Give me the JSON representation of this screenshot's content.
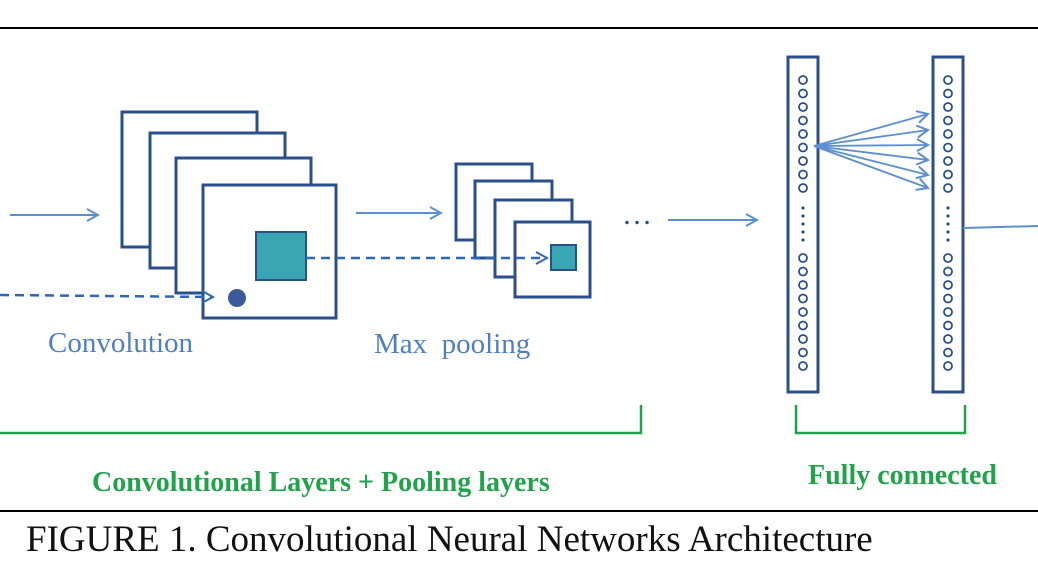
{
  "labels": {
    "convolution": "Convolution",
    "max_pooling": "Max  pooling",
    "ellipsis": "…",
    "conv_pool_group": "Convolutional Layers + Pooling layers",
    "fully_connected_group": "Fully connected"
  },
  "caption": "FIGURE 1. Convolutional Neural Networks Architecture",
  "colors": {
    "frame_blue": "#2b4f8a",
    "arrow_blue": "#5b8fd0",
    "dashed_blue": "#2f67b5",
    "teal_fill": "#3aa5b3",
    "green_bracket": "#22a24b",
    "border_black": "#000000"
  }
}
